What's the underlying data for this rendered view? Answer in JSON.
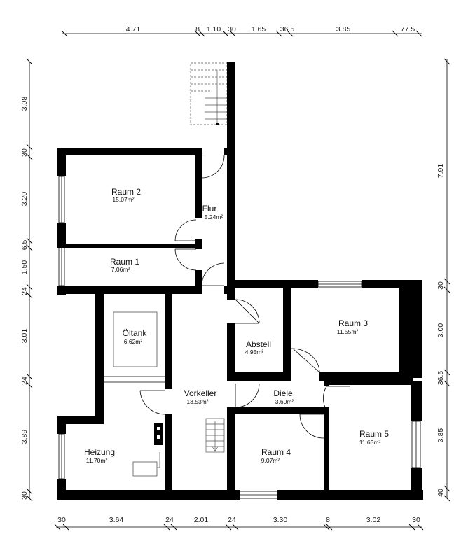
{
  "dimensions": {
    "top": [
      "4.71",
      "8",
      "1.10",
      "30",
      "1.65",
      "36.5",
      "3.85",
      "77.5"
    ],
    "bottom": [
      "30",
      "3.64",
      "24",
      "2.01",
      "24",
      "3.30",
      "8",
      "3.02",
      "30"
    ],
    "left": [
      "3.08",
      "30",
      "3.20",
      "6.5",
      "1.50",
      "24",
      "3.01",
      "24",
      "3.89",
      "30"
    ],
    "right": [
      "7.91",
      "30",
      "3.00",
      "36.5",
      "3.85",
      "40"
    ]
  },
  "rooms": {
    "raum2": {
      "name": "Raum 2",
      "area": "15.07m²"
    },
    "flur": {
      "name": "Flur",
      "area": "5.24m²"
    },
    "raum1": {
      "name": "Raum 1",
      "area": "7.06m²"
    },
    "oeltank": {
      "name": "Öltank",
      "area": "6.62m²"
    },
    "abstell": {
      "name": "Abstell",
      "area": "4.95m²"
    },
    "raum3": {
      "name": "Raum 3",
      "area": "11.55m²"
    },
    "vorkeller": {
      "name": "Vorkeller",
      "area": "13.53m²"
    },
    "diele": {
      "name": "Diele",
      "area": "3.60m²"
    },
    "heizung": {
      "name": "Heizung",
      "area": "11.70m²"
    },
    "raum4": {
      "name": "Raum 4",
      "area": "9.07m²"
    },
    "raum5": {
      "name": "Raum 5",
      "area": "11.63m²"
    }
  }
}
